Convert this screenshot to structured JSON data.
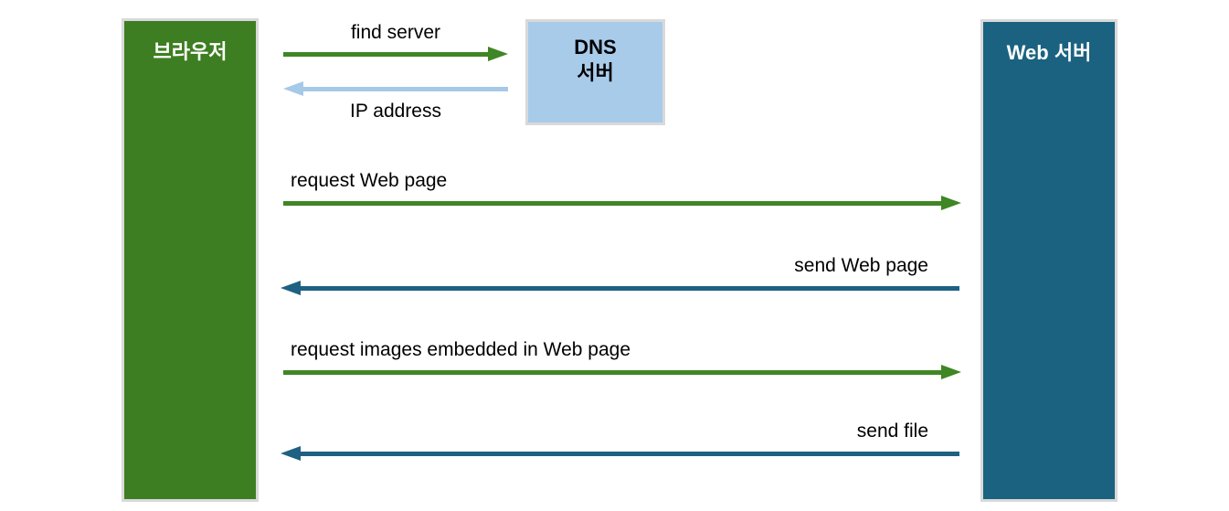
{
  "colors": {
    "browser_green": "#3E7E22",
    "dns_blue": "#A8CBEA",
    "web_teal": "#1A6280",
    "arrow_green": "#3F8624",
    "arrow_light_blue": "#A6C9E8",
    "arrow_teal": "#1F6182",
    "border_gray": "#D9D9D9"
  },
  "nodes": {
    "browser": {
      "label": "브라우저"
    },
    "dns": {
      "label_line1": "DNS",
      "label_line2": "서버"
    },
    "web": {
      "label": "Web 서버"
    }
  },
  "messages": [
    {
      "label": "find server",
      "from": "browser",
      "to": "dns",
      "direction": "right"
    },
    {
      "label": "IP address",
      "from": "dns",
      "to": "browser",
      "direction": "left"
    },
    {
      "label": "request Web page",
      "from": "browser",
      "to": "web",
      "direction": "right"
    },
    {
      "label": "send Web page",
      "from": "web",
      "to": "browser",
      "direction": "left"
    },
    {
      "label": "request images embedded in Web page",
      "from": "browser",
      "to": "web",
      "direction": "right"
    },
    {
      "label": "send file",
      "from": "web",
      "to": "browser",
      "direction": "left"
    }
  ]
}
